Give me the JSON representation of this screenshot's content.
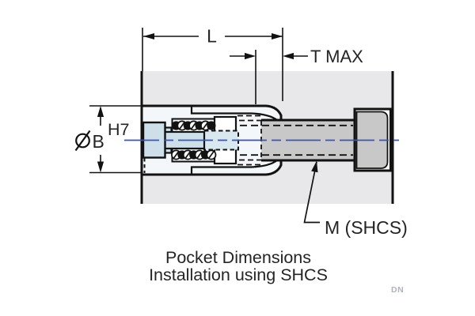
{
  "diagram": {
    "labels": {
      "dim_l": "L",
      "dim_t": "T MAX",
      "bore_letter": "B",
      "bore_tolerance": "H7",
      "screw_callout": "M (SHCS)"
    },
    "caption": {
      "line1": "Pocket Dimensions",
      "line2": "Installation using SHCS"
    },
    "watermark": "DN",
    "icons": {
      "diameter_symbol": "circle-with-slash"
    },
    "colors": {
      "block_fill": "#e8e8ea",
      "cavity_fill": "#f3f7f9",
      "pin_fill": "#cddfe9",
      "piston_fill": "#d9e7ef",
      "screw_fill": "#c8c8c8",
      "outline": "#121212",
      "centerline": "#3f51b5",
      "text": "#242424",
      "watermark": "#b0b4ba"
    }
  }
}
